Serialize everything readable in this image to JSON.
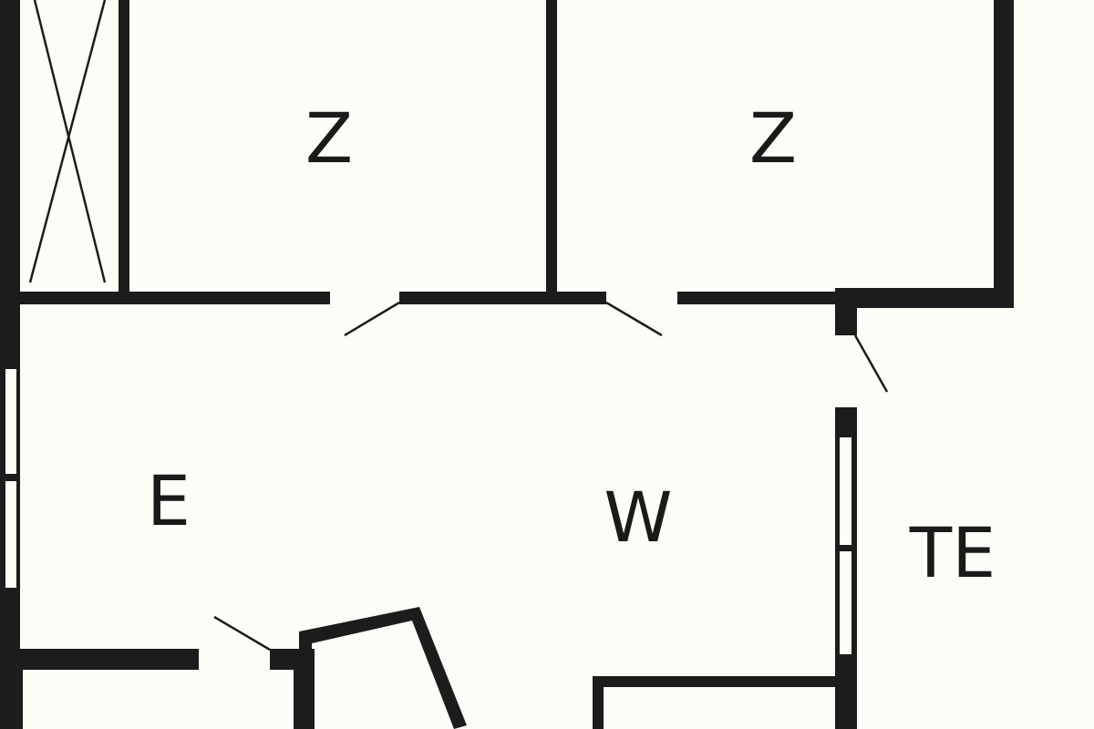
{
  "floor_plan": {
    "rooms": [
      {
        "id": "bedroom-1",
        "label": "Z"
      },
      {
        "id": "bedroom-2",
        "label": "Z"
      },
      {
        "id": "dining",
        "label": "E"
      },
      {
        "id": "living",
        "label": "W"
      },
      {
        "id": "terrace",
        "label": "TE"
      }
    ],
    "colors": {
      "wall": "#1c1c1c",
      "background": "#fdfdf8"
    }
  }
}
